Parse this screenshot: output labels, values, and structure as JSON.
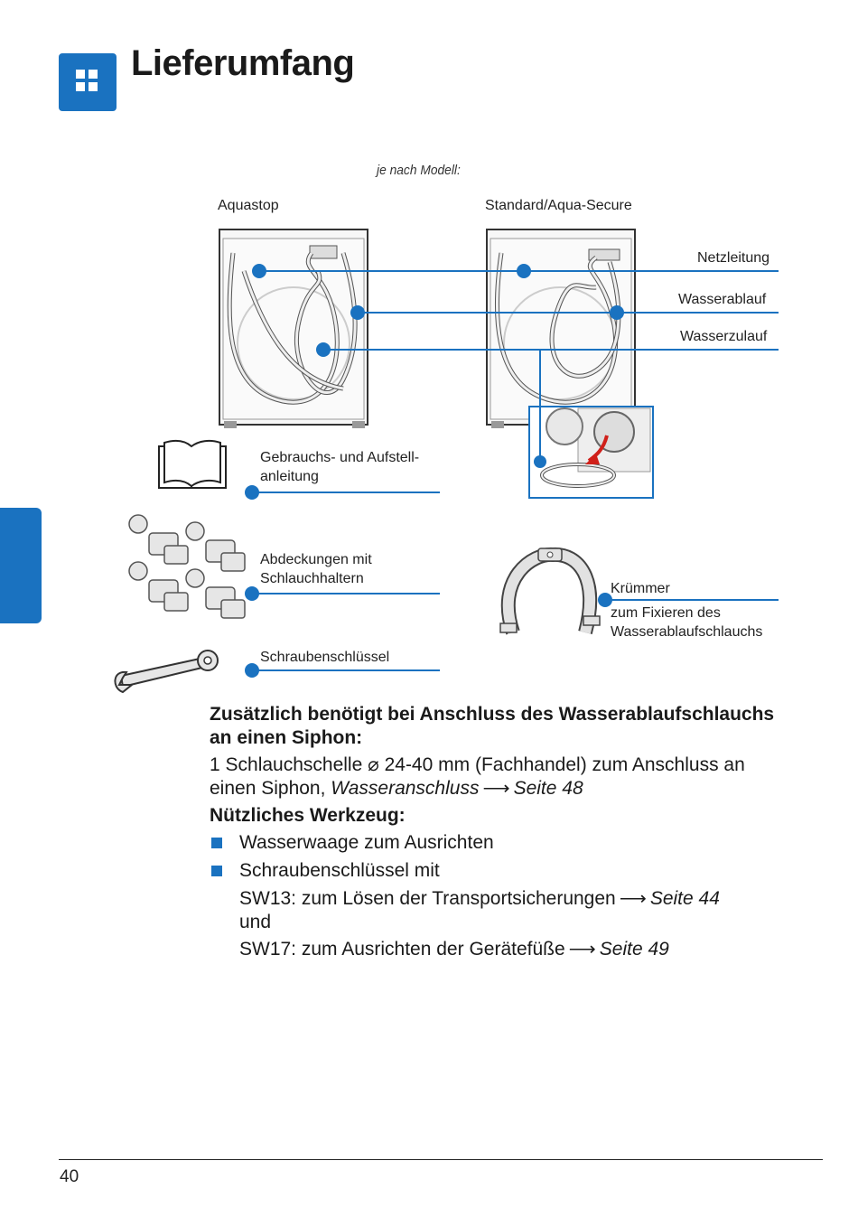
{
  "header": {
    "title": "Lieferumfang",
    "icon": "grid-icon",
    "accent_color": "#1a72c0"
  },
  "diagram": {
    "variant_note": "je nach Modell:",
    "columns": {
      "left": "Aquastop",
      "right": "Standard/Aqua-Secure"
    },
    "callouts": {
      "netzleitung": "Netzleitung",
      "wasserablauf": "Wasserablauf",
      "wasserzulauf": "Wasserzulauf"
    },
    "items": {
      "manual_line1": "Gebrauchs- und Aufstell-",
      "manual_line2": "anleitung",
      "covers_line1": "Abdeckungen mit",
      "covers_line2": "Schlauchhaltern",
      "wrench": "Schraubenschlüssel",
      "elbow_title": "Krümmer",
      "elbow_line1": "zum Fixieren des",
      "elbow_line2": "Wasserablaufschlauchs"
    }
  },
  "content": {
    "heading1_line1": "Zusätzlich benötigt bei Anschluss des Wasserablaufschlauchs",
    "heading1_line2": "an einen Siphon:",
    "para1_line1": "1 Schlauchschelle ⌀ 24-40 mm (Fachhandel) zum Anschluss an",
    "para1_line2_text": "einen Siphon, ",
    "para1_link_text": "Wasseranschluss",
    "para1_arrow": "⟶",
    "para1_page": "Seite 48",
    "heading2": "Nützliches Werkzeug:",
    "bullet1": "Wasserwaage zum Ausrichten",
    "bullet2": "Schraubenschlüssel mit",
    "sw13_text": "SW13: zum Lösen der Transportsicherungen",
    "sw13_arrow": "⟶",
    "sw13_page": "Seite 44",
    "und": "und",
    "sw17_text": "SW17: zum Ausrichten der Gerätefüße",
    "sw17_arrow": "⟶",
    "sw17_page": "Seite 49"
  },
  "footer": {
    "page_number": "40"
  }
}
